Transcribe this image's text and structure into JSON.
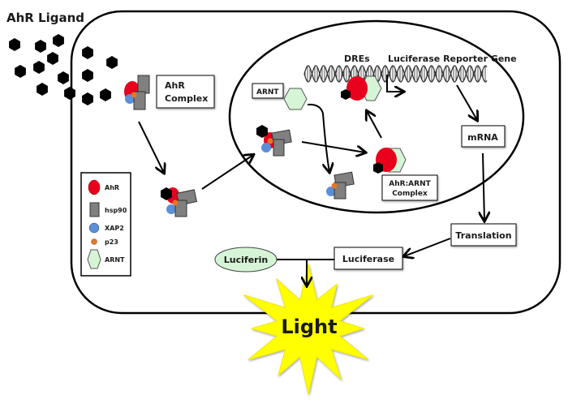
{
  "title": "AhR Ligand",
  "labels": {
    "ahr_complex_line1": "AhR",
    "ahr_complex_line2": "Complex",
    "arnt": "ARNT",
    "dres": "DREs",
    "reporter_gene": "Luciferase Reporter Gene",
    "ahr_arnt_line1": "AhR:ARNT",
    "ahr_arnt_line2": "Complex",
    "mrna": "mRNA",
    "translation": "Translation",
    "luciferase": "Luciferase",
    "luciferin": "Luciferin",
    "light": "Light"
  },
  "legend": {
    "items": [
      {
        "label": "AhR",
        "shape": "red-ellipse"
      },
      {
        "label": "hsp90",
        "shape": "gray-rectangle"
      },
      {
        "label": "XAP2",
        "shape": "blue-circle"
      },
      {
        "label": "p23",
        "shape": "orange-dot"
      },
      {
        "label": "ARNT",
        "shape": "green-hexagon"
      }
    ]
  },
  "colors": {
    "ahr": "#e8001c",
    "hsp90": "#808080",
    "xap2": "#5b8fd6",
    "p23": "#e87722",
    "arnt": "#d6f5d6",
    "ligand": "#000000",
    "light": "#ffff00",
    "outline": "#000000"
  }
}
